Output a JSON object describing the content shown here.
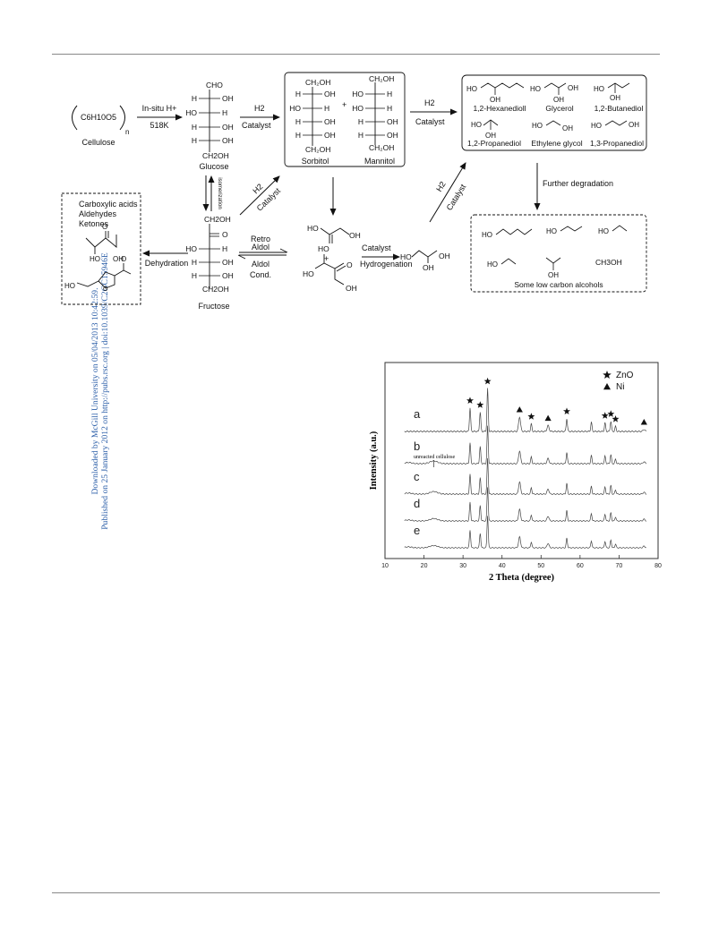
{
  "sidebar": {
    "line1": "Downloaded by McGill University on 05/04/2013 10:42:59.",
    "line2": "Published on 25 January 2012 on http://pubs.rsc.org | doi:10.1039/C2GC15946E"
  },
  "scheme": {
    "cellulose_formula": "C6H10O5",
    "cellulose_subscript_n": "n",
    "cellulose": "Cellulose",
    "insitu_h": "In-situ H+",
    "temp": "518K",
    "h2": "H2",
    "catalyst": "Catalyst",
    "glucose": "Glucose",
    "isomerization": "isomerization",
    "fructose": "Fructose",
    "sorbitol": "Sorbitol",
    "mannitol": "Mannitol",
    "plus": "+",
    "products": [
      "1,2-Hexanedioll",
      "Glycerol",
      "1,2-Butanediol",
      "1,2-Propanediol",
      "Ethylene glycol",
      "1,3-Propanediol"
    ],
    "further_degradation": "Further degradation",
    "low_carbon": "Some low carbon alcohols",
    "ch3oh": "CH3OH",
    "dehydration_products": [
      "Carboxylic acids",
      "Aldehydes",
      "Ketones"
    ],
    "dehydration": "Dehydration",
    "retro_aldol": [
      "Retro",
      "Aldol"
    ],
    "aldol_cond": [
      "Aldol",
      "Cond."
    ],
    "hydrogenation": "Hydrogenation",
    "glucose_chain": [
      "CHO",
      "H",
      "OH",
      "HO",
      "H",
      "H",
      "OH",
      "H",
      "OH",
      "CH2OH"
    ],
    "fructose_chain": [
      "CH2OH",
      "O",
      "HO",
      "H",
      "H",
      "OH",
      "H",
      "OH",
      "CH2OH"
    ]
  },
  "chart_data": {
    "type": "line",
    "xlabel": "2 Theta (degree)",
    "ylabel": "Intensity (a.u.)",
    "xlim": [
      10,
      80
    ],
    "xticks": [
      10,
      20,
      30,
      40,
      50,
      60,
      70,
      80
    ],
    "grid": false,
    "legend": [
      {
        "marker": "star",
        "label": "ZnO"
      },
      {
        "marker": "triangle",
        "label": "Ni"
      }
    ],
    "annotation": "unreacted cellulose",
    "series": [
      {
        "name": "a",
        "cellulose": false
      },
      {
        "name": "b",
        "cellulose": true
      },
      {
        "name": "c",
        "cellulose": true
      },
      {
        "name": "d",
        "cellulose": true
      },
      {
        "name": "e",
        "cellulose": true
      }
    ],
    "zno_peaks": [
      31.8,
      34.4,
      36.3,
      47.5,
      56.6,
      62.9,
      66.4,
      67.9,
      69.1
    ],
    "ni_peaks": [
      44.5,
      51.8,
      76.4
    ],
    "marked_zno": [
      31.8,
      34.4,
      36.3,
      47.5,
      56.6,
      66.4,
      67.9,
      69.1
    ],
    "marked_ni": [
      44.5,
      51.8,
      76.4
    ]
  }
}
